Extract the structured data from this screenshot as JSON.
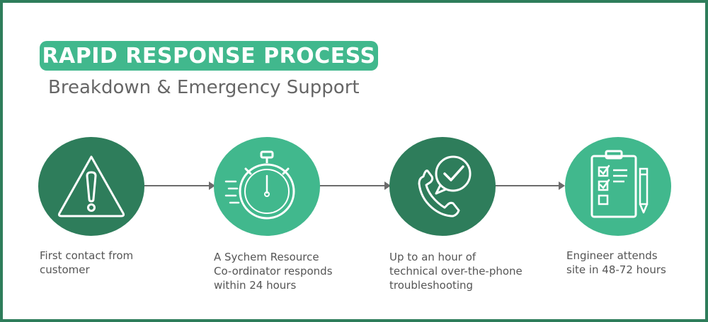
{
  "header": {
    "title": "RAPID RESPONSE PROCESS",
    "subtitle": "Breakdown & Emergency Support"
  },
  "steps": [
    {
      "icon": "warning-triangle-icon",
      "caption": "First contact from\ncustomer"
    },
    {
      "icon": "stopwatch-icon",
      "caption": "A Sychem Resource\nCo-ordinator responds\nwithin 24 hours"
    },
    {
      "icon": "phone-support-icon",
      "caption": "Up to an hour of\ntechnical over-the-phone\ntroubleshooting"
    },
    {
      "icon": "clipboard-checklist-icon",
      "caption": "Engineer attends\nsite in 48-72 hours"
    }
  ],
  "colors": {
    "border": "#2e7d5b",
    "dark_green": "#2e7d5b",
    "light_green": "#41b88d",
    "title_text": "#ffffff",
    "subtitle_text": "#666666",
    "caption_text": "#555555",
    "arrow": "#6b6b6b"
  }
}
